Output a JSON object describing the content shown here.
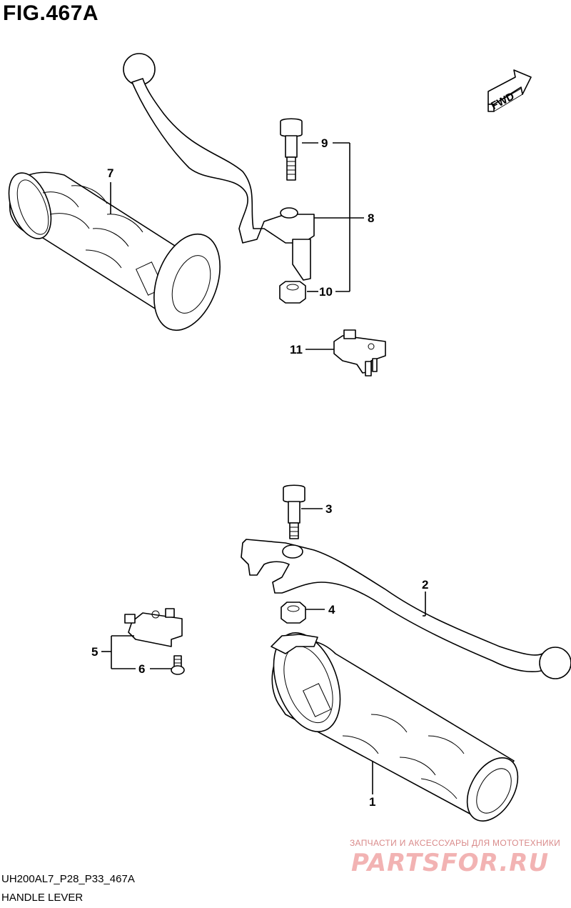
{
  "figure": {
    "title": "FIG.467A",
    "code": "UH200AL7_P28_P33_467A",
    "name": "HANDLE LEVER",
    "direction_label": "FWD"
  },
  "callouts": {
    "c1": "1",
    "c2": "2",
    "c3": "3",
    "c4": "4",
    "c5": "5",
    "c6": "6",
    "c7": "7",
    "c8": "8",
    "c9": "9",
    "c10": "10",
    "c11": "11"
  },
  "watermark": {
    "tagline": "ЗАПЧАСТИ И АКСЕССУАРЫ ДЛЯ МОТОТЕХНИКИ",
    "logo": "PARTSFOR.RU"
  }
}
